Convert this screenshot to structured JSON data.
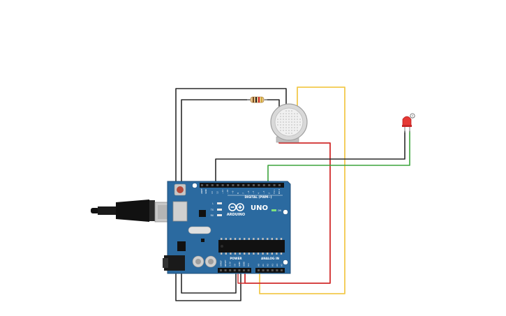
{
  "board": {
    "brand": "ARDUINO",
    "model": "UNO",
    "digital_label": "DIGITAL (PWM~)",
    "power_label": "POWER",
    "analog_label": "ANALOG IN",
    "on_label": "ON",
    "tx_label": "TX",
    "rx_label": "RX",
    "l_label": "L",
    "aref_label": "AREF",
    "gnd_label": "GND",
    "digital_pins": [
      "13",
      "12",
      "~11",
      "~10",
      "~9",
      "8",
      "7",
      "~6",
      "~5",
      "4",
      "~3",
      "2",
      "TX 1",
      "RX 0"
    ],
    "power_pins": [
      "IOREF",
      "RESET",
      "3.3V",
      "5V",
      "GND",
      "GND",
      "Vin"
    ],
    "analog_pins": [
      "A0",
      "A1",
      "A2",
      "A3",
      "A4",
      "A5"
    ]
  },
  "led": {
    "info_marker": "!"
  },
  "colors": {
    "board": "#2b6aa0",
    "board_dark": "#1f4f7a",
    "wire_black": "#2a2a2a",
    "wire_yellow": "#f2c94c",
    "wire_red": "#d12b2b",
    "wire_green": "#3ba43b",
    "led_red": "#e53935",
    "sensor_body": "#d9d9d9"
  },
  "icons": {
    "usb_cable": "usb-cable-icon",
    "infinity_logo": "arduino-infinity-logo",
    "gas_sensor": "gas-sensor-icon",
    "resistor": "resistor-icon",
    "led": "led-icon"
  }
}
